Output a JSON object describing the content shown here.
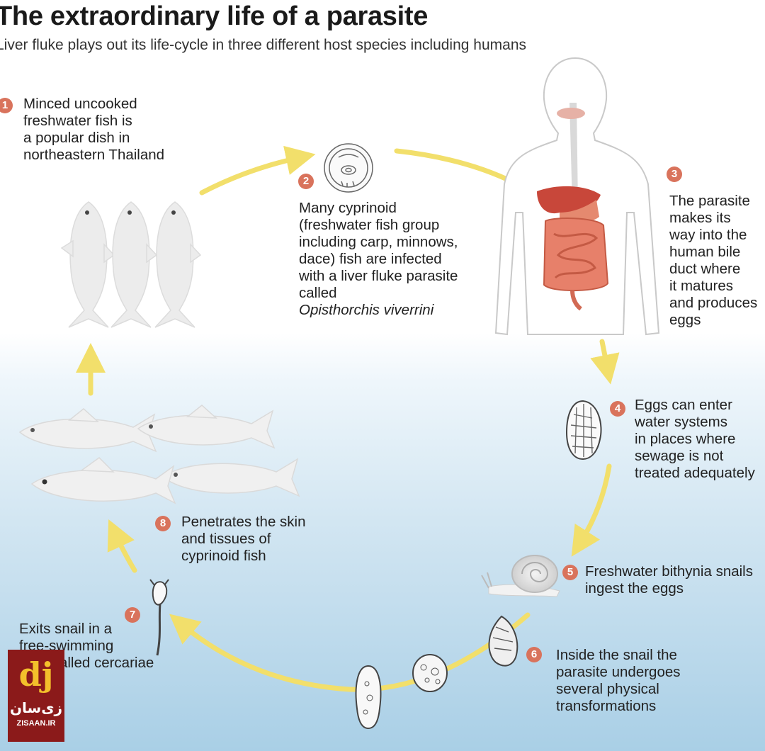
{
  "header": {
    "title": "The extraordinary life of a parasite",
    "subtitle": "Liver fluke plays out its life-cycle in three different host species including humans"
  },
  "steps": [
    {
      "number": "1",
      "lines": [
        "Minced uncooked",
        "freshwater fish is",
        "a popular dish in",
        "northeastern Thailand"
      ]
    },
    {
      "number": "2",
      "lines": [
        "Many cyprinoid",
        "(freshwater fish group",
        "including carp, minnows,",
        "dace) fish are infected",
        "with a liver fluke parasite",
        "called",
        "Opisthorchis viverrini"
      ]
    },
    {
      "number": "3",
      "lines": [
        "The parasite",
        "makes its",
        "way into the",
        "human bile",
        "duct where",
        "it matures",
        "and produces",
        "eggs"
      ]
    },
    {
      "number": "4",
      "lines": [
        "Eggs can enter",
        "water systems",
        "in places where",
        "sewage is not",
        "treated adequately"
      ]
    },
    {
      "number": "5",
      "lines": [
        "Freshwater bithynia snails",
        "ingest the eggs"
      ]
    },
    {
      "number": "6",
      "lines": [
        "Inside the snail the",
        "parasite undergoes",
        "several physical",
        "transformations"
      ]
    },
    {
      "number": "7",
      "lines": [
        "Exits snail in a",
        "free-swimming",
        "form called cercariae"
      ]
    },
    {
      "number": "8",
      "lines": [
        "Penetrates the skin",
        "and tissues of",
        "cyprinoid fish"
      ]
    }
  ],
  "watermark": {
    "text_fa": "زی‌سان",
    "site": "ZISAAN.IR"
  },
  "colors": {
    "arrow": "#f2df6b",
    "badge": "#d9735c",
    "organ": "#e2735b",
    "fish": "#ebebeb",
    "title": "#1a1a1a"
  }
}
